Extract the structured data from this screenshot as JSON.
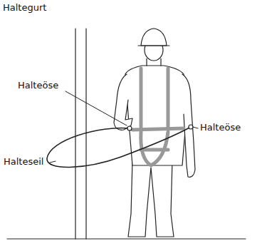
{
  "diagram": {
    "title": "Haltegurt",
    "labels": [
      "Halteöse",
      "Halteöse",
      "Halteseil"
    ]
  }
}
